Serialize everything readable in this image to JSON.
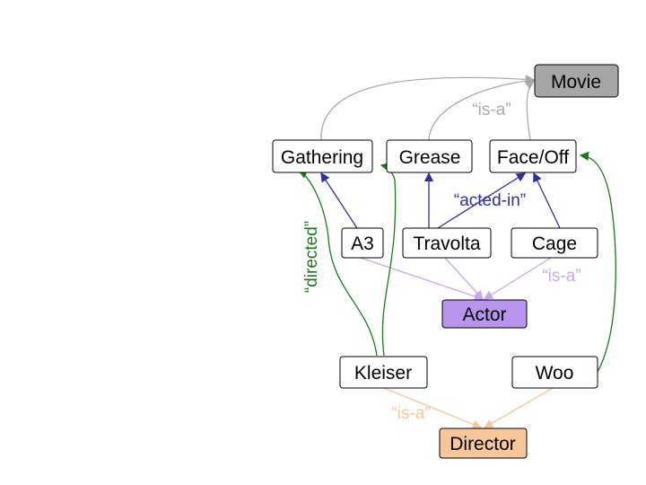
{
  "colors": {
    "isa_movie": "#aaaaaa",
    "isa_actor": "#c8a8e8",
    "isa_director": "#f3c89b",
    "acted_in": "#30309a",
    "directed": "#1a7a1a",
    "movie_fill": "#a6a6a6",
    "actor_fill": "#b795ec",
    "director_fill": "#f7c69a",
    "node_fill": "#ffffff"
  },
  "nodes": {
    "movie": "Movie",
    "gathering": "Gathering",
    "grease": "Grease",
    "faceoff": "Face/Off",
    "a3": "A3",
    "travolta": "Travolta",
    "cage": "Cage",
    "actor": "Actor",
    "kleiser": "Kleiser",
    "woo": "Woo",
    "director": "Director"
  },
  "edge_labels": {
    "isa_movie": "“is-a”",
    "acted_in": "“acted-in”",
    "isa_actor": "“is-a”",
    "directed": "“directed”",
    "isa_director": "“is-a”"
  }
}
